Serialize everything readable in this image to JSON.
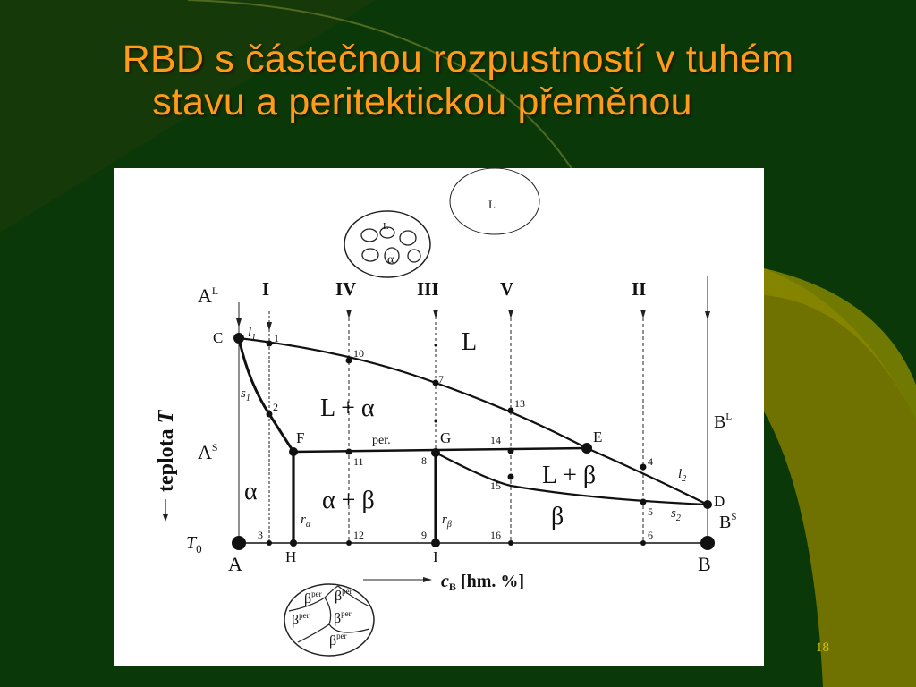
{
  "slide": {
    "title_line1": "RBD s částečnou rozpustností v tuhém",
    "title_line2": "stavu a peritektickou přeměnou",
    "page_number": "18",
    "colors": {
      "bg_dark": "#0b3b06",
      "bg_olive": "#6d6f00",
      "title": "#ff9b1a",
      "page_number": "#d8c800"
    }
  },
  "diagram": {
    "verticals": [
      "I",
      "IV",
      "III",
      "V",
      "II"
    ],
    "left_labels": {
      "al": "A",
      "al_sup": "L",
      "as": "A",
      "as_sup": "S",
      "t0": "T",
      "t0_sub": "0"
    },
    "right_labels": {
      "bl": "B",
      "bl_sup": "L",
      "bs": "B",
      "bs_sup": "S"
    },
    "ylabel_prefix": "teplota ",
    "ylabel_var": "T",
    "phases": {
      "l": "L",
      "l_alpha": "L + α",
      "l_beta": "L + β",
      "alpha": "α",
      "alpha_beta": "α + β",
      "beta": "β"
    },
    "points": {
      "C": "C",
      "F": "F",
      "G": "G",
      "E": "E",
      "D": "D",
      "A": "A",
      "H": "H",
      "I": "I",
      "B": "B",
      "per": "per."
    },
    "curve_labels": {
      "l1": "l",
      "l1_sub": "1",
      "s1": "s",
      "s1_sub": "1",
      "l2": "l",
      "l2_sub": "2",
      "s2": "s",
      "s2_sub": "2",
      "ra": "r",
      "ra_sub": "α",
      "rb": "r",
      "rb_sub": "β"
    },
    "numbers": [
      "1",
      "2",
      "3",
      "4",
      "5",
      "6",
      "7",
      "8",
      "9",
      "10",
      "11",
      "12",
      "13",
      "14",
      "15",
      "16"
    ],
    "xlabel_var": "c",
    "xlabel_sub": "B",
    "xlabel_unit": " [hm. %]",
    "micro_top": {
      "l": "L",
      "alpha": "α",
      "circle_l": "L"
    },
    "micro_bottom": {
      "beta": "β",
      "per": "per"
    }
  }
}
